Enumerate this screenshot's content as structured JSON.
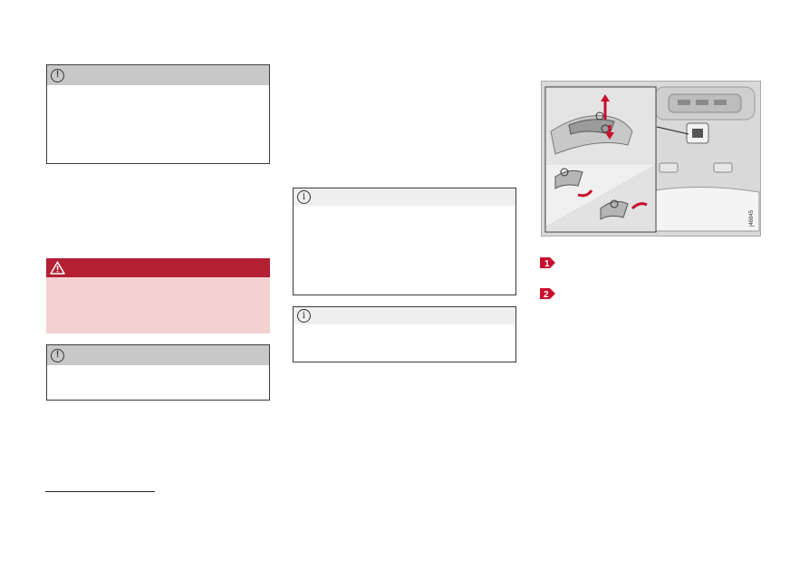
{
  "important_box_1": {
    "icon": "exclamation-icon",
    "glyph": "!"
  },
  "important_box_2": {
    "icon": "exclamation-icon",
    "glyph": "!"
  },
  "warning_box": {
    "icon": "warning-triangle-icon",
    "color": "#b31f33",
    "body_color": "#f4d1d1"
  },
  "note_box_1": {
    "icon": "info-icon",
    "glyph": "i"
  },
  "note_box_2": {
    "icon": "info-icon",
    "glyph": "i"
  },
  "figure": {
    "icon": "lever-adjustment-illustration",
    "code": "j46845"
  },
  "markers": [
    {
      "number": "1",
      "color": "#c8102e"
    },
    {
      "number": "2",
      "color": "#c8102e"
    }
  ]
}
